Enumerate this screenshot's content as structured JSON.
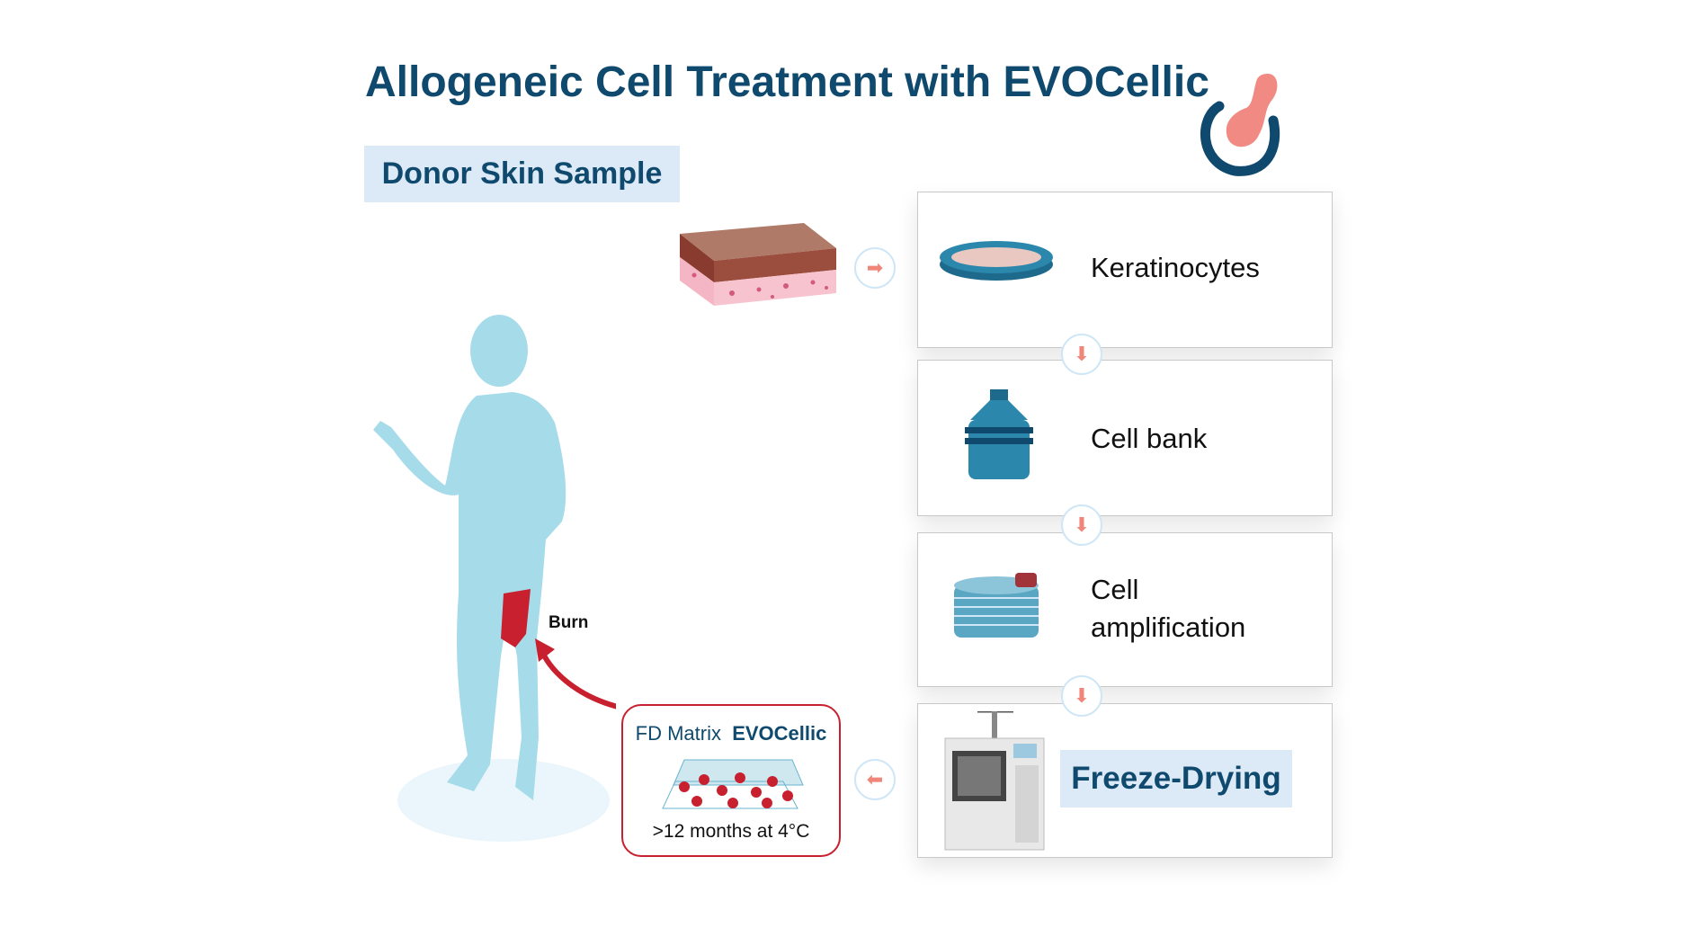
{
  "title": "Allogeneic Cell Treatment with EVOCellic",
  "donor_label": "Donor Skin Sample",
  "steps": [
    {
      "label": "Keratinocytes"
    },
    {
      "label": "Cell bank"
    },
    {
      "label_line1": "Cell",
      "label_line2": "amplification"
    },
    {
      "label": "Freeze-Drying"
    }
  ],
  "burn_label": "Burn",
  "fd_matrix": {
    "prefix": "FD Matrix",
    "brand": "EVOCellic",
    "storage": ">12 months at 4°C"
  },
  "colors": {
    "primary": "#0f4a6e",
    "accent": "#f0857a",
    "burn": "#c8202e",
    "highlight": "#dce9f6"
  }
}
